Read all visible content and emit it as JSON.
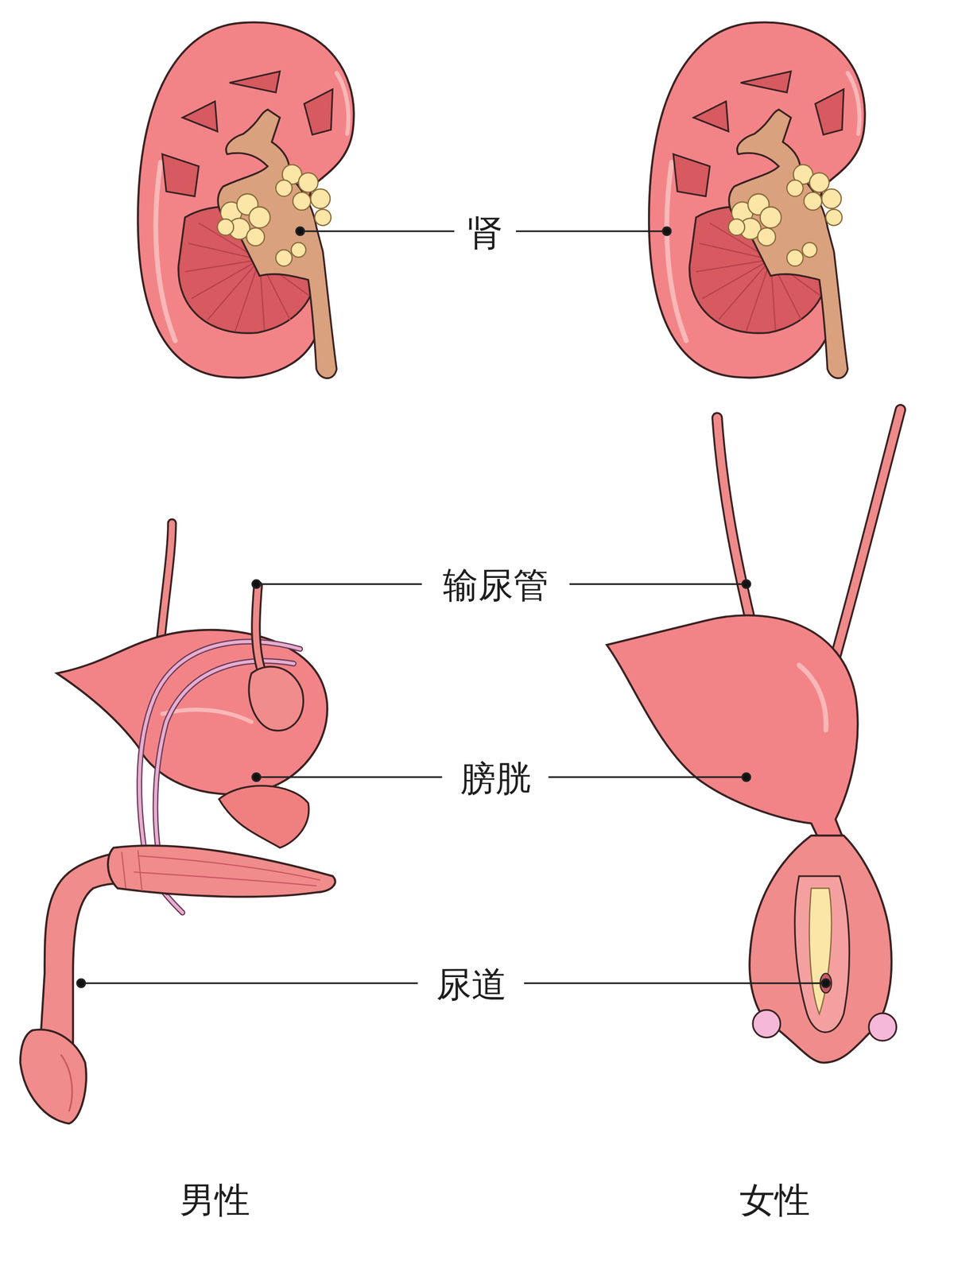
{
  "diagram": {
    "labels": [
      "肾",
      "输尿管",
      "膀胱",
      "尿道",
      "男性",
      "女性"
    ]
  }
}
